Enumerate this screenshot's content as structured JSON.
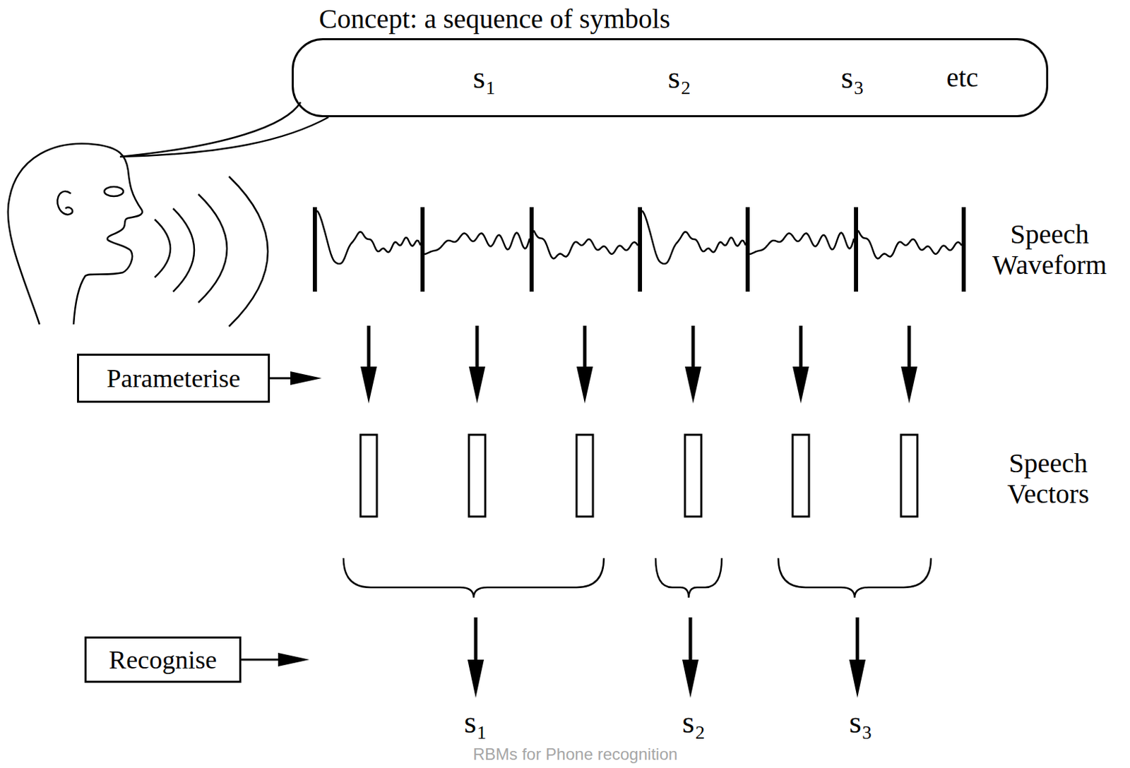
{
  "diagram": {
    "nodes": [
      {
        "text": [
          "Concept: a sequence of symbols",
          "s₁",
          "s₂",
          "s₃",
          "etc"
        ]
      },
      {
        "text": [
          "Parameterise"
        ]
      },
      {
        "text": [
          "Recognise"
        ]
      }
    ],
    "labels": [
      "Speech Waveform",
      "Speech Vectors",
      "s₁",
      "s₂",
      "s₃",
      "RBMs for Phone recognition"
    ]
  }
}
